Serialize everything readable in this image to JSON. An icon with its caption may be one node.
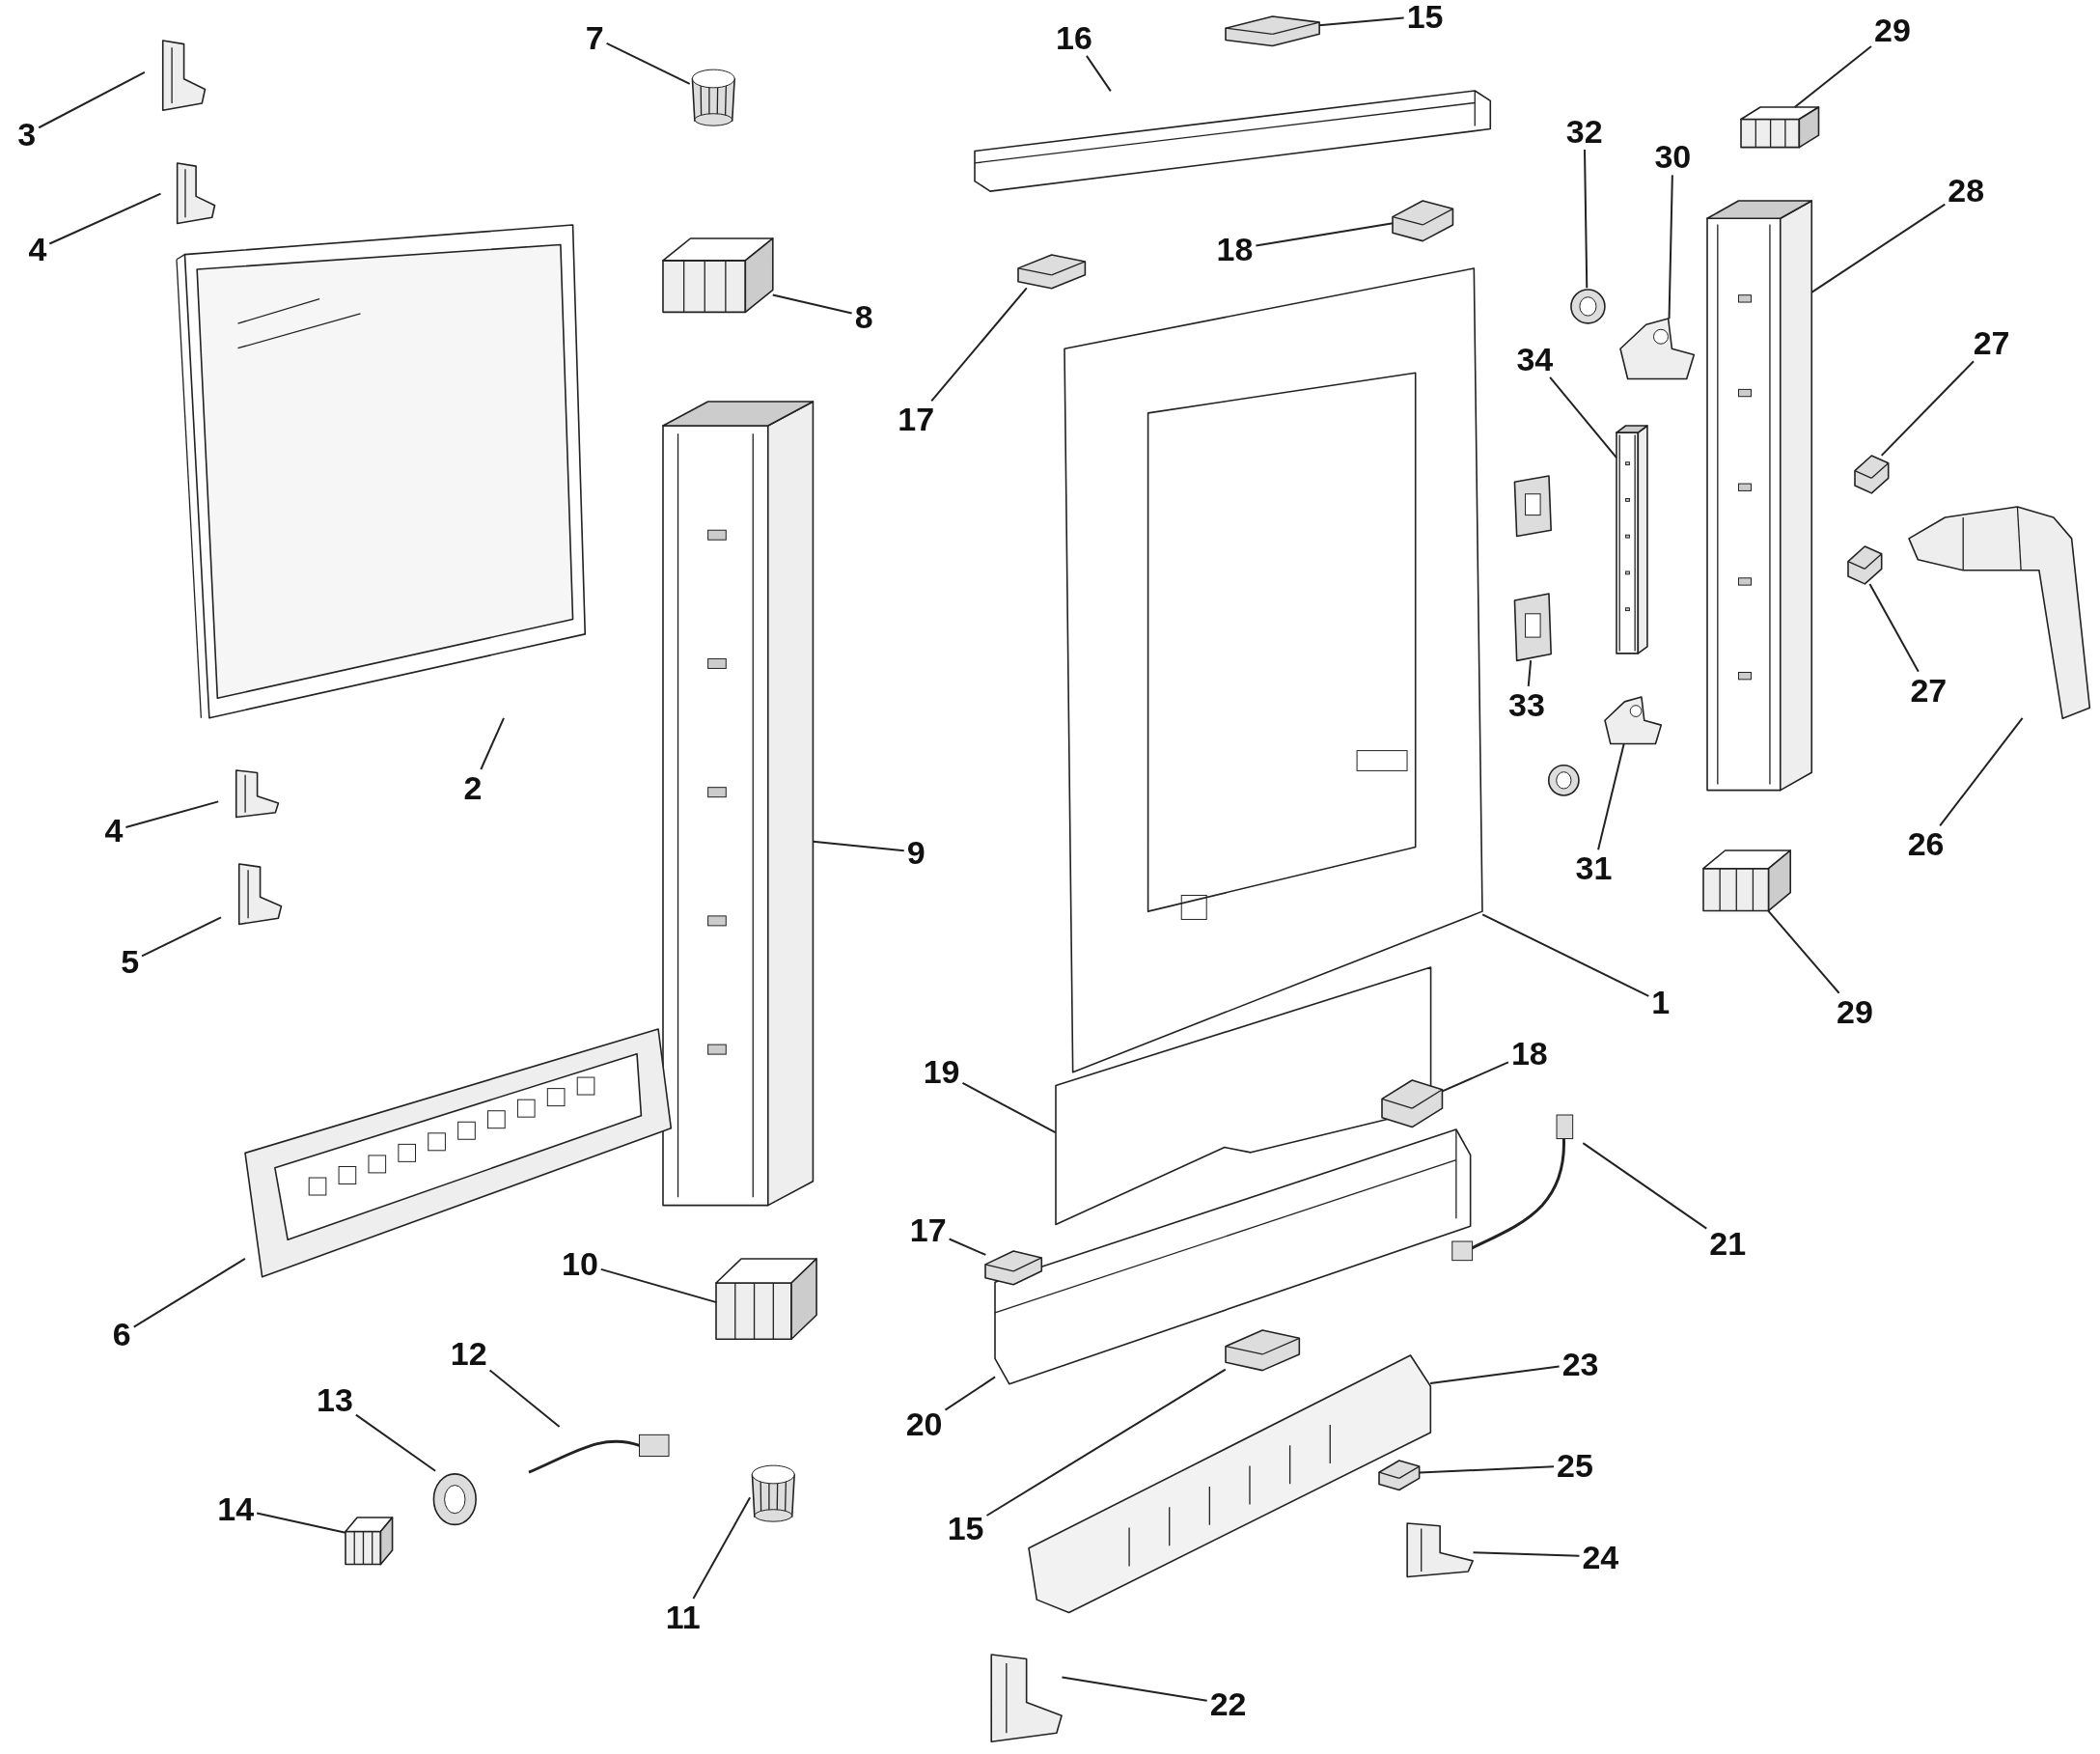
{
  "diagram": {
    "nodes": [
      {
        "text": [
          "3"
        ]
      },
      {
        "text": [],
        "shape": "picture"
      },
      {
        "text": [
          "4"
        ]
      },
      {
        "text": [],
        "shape": "picture"
      },
      {
        "text": [
          "7"
        ]
      },
      {
        "text": [],
        "shape": "picture"
      },
      {
        "text": [
          "16"
        ]
      },
      {
        "text": [],
        "shape": "picture"
      },
      {
        "text": [
          "15"
        ]
      },
      {
        "text": [],
        "shape": "picture"
      },
      {
        "text": [
          "29"
        ]
      },
      {
        "text": [],
        "shape": "picture"
      },
      {
        "text": [
          "32"
        ]
      },
      {
        "text": [],
        "shape": "picture"
      },
      {
        "text": [
          "30"
        ]
      },
      {
        "text": [],
        "shape": "picture"
      },
      {
        "text": [
          "28"
        ]
      },
      {
        "text": [],
        "shape": "picture"
      },
      {
        "text": [
          "2"
        ]
      },
      {
        "text": [],
        "shape": "picture"
      },
      {
        "text": [
          "8"
        ]
      },
      {
        "text": [],
        "shape": "picture"
      },
      {
        "text": [
          "18"
        ]
      },
      {
        "text": [],
        "shape": "picture"
      },
      {
        "text": [
          "17"
        ]
      },
      {
        "text": [],
        "shape": "picture"
      },
      {
        "text": [
          "34"
        ]
      },
      {
        "text": [],
        "shape": "picture"
      },
      {
        "text": [
          "27"
        ]
      },
      {
        "text": [],
        "shape": "picture"
      },
      {
        "text": [
          "9"
        ]
      },
      {
        "text": [],
        "shape": "picture"
      },
      {
        "text": [
          "33"
        ]
      },
      {
        "text": [],
        "shape": "picture"
      },
      {
        "text": [
          "27"
        ]
      },
      {
        "text": [],
        "shape": "picture"
      },
      {
        "text": [
          "26"
        ]
      },
      {
        "text": [],
        "shape": "picture"
      },
      {
        "text": [
          "31"
        ]
      },
      {
        "text": [],
        "shape": "picture"
      },
      {
        "text": [
          "4"
        ]
      },
      {
        "text": [],
        "shape": "picture"
      },
      {
        "text": [
          "5"
        ]
      },
      {
        "text": [],
        "shape": "picture"
      },
      {
        "text": [
          "1"
        ]
      },
      {
        "text": [],
        "shape": "picture"
      },
      {
        "text": [
          "29"
        ]
      },
      {
        "text": [],
        "shape": "picture"
      },
      {
        "text": [
          "19"
        ]
      },
      {
        "text": [],
        "shape": "picture"
      },
      {
        "text": [
          "18"
        ]
      },
      {
        "text": [],
        "shape": "picture"
      },
      {
        "text": [
          "6"
        ]
      },
      {
        "text": [],
        "shape": "picture"
      },
      {
        "text": [
          "21"
        ]
      },
      {
        "text": [],
        "shape": "picture"
      },
      {
        "text": [
          "17"
        ]
      },
      {
        "text": [],
        "shape": "picture"
      },
      {
        "text": [
          "10"
        ]
      },
      {
        "text": [],
        "shape": "picture"
      },
      {
        "text": [
          "12"
        ]
      },
      {
        "text": [],
        "shape": "picture"
      },
      {
        "text": [
          "13"
        ]
      },
      {
        "text": [],
        "shape": "picture"
      },
      {
        "text": [
          "14"
        ]
      },
      {
        "text": [],
        "shape": "picture"
      },
      {
        "text": [
          "11"
        ]
      },
      {
        "text": [],
        "shape": "picture"
      },
      {
        "text": [
          "20"
        ]
      },
      {
        "text": [],
        "shape": "picture"
      },
      {
        "text": [
          "15"
        ]
      },
      {
        "text": [],
        "shape": "picture"
      },
      {
        "text": [
          "23"
        ]
      },
      {
        "text": [],
        "shape": "picture"
      },
      {
        "text": [
          "25"
        ]
      },
      {
        "text": [],
        "shape": "picture"
      },
      {
        "text": [
          "24"
        ]
      },
      {
        "text": [],
        "shape": "picture"
      },
      {
        "text": [
          "22"
        ]
      },
      {
        "text": [],
        "shape": "picture"
      }
    ],
    "edges": [
      {
        "from": 0,
        "to": 1,
        "arrow": "none"
      },
      {
        "from": 2,
        "to": 3,
        "arrow": "none"
      },
      {
        "from": 4,
        "to": 5,
        "arrow": "none"
      },
      {
        "from": 6,
        "to": 7,
        "arrow": "none"
      },
      {
        "from": 8,
        "to": 9,
        "arrow": "none"
      },
      {
        "from": 10,
        "to": 11,
        "arrow": "none"
      },
      {
        "from": 12,
        "to": 13,
        "arrow": "none"
      },
      {
        "from": 14,
        "to": 15,
        "arrow": "none"
      },
      {
        "from": 16,
        "to": 17,
        "arrow": "none"
      },
      {
        "from": 18,
        "to": 19,
        "arrow": "none"
      },
      {
        "from": 20,
        "to": 21,
        "arrow": "none"
      },
      {
        "from": 22,
        "to": 23,
        "arrow": "none"
      },
      {
        "from": 24,
        "to": 25,
        "arrow": "none"
      },
      {
        "from": 26,
        "to": 27,
        "arrow": "none"
      },
      {
        "from": 28,
        "to": 29,
        "arrow": "none"
      },
      {
        "from": 30,
        "to": 31,
        "arrow": "none"
      },
      {
        "from": 32,
        "to": 33,
        "arrow": "none"
      },
      {
        "from": 34,
        "to": 35,
        "arrow": "none"
      },
      {
        "from": 36,
        "to": 37,
        "arrow": "none"
      },
      {
        "from": 38,
        "to": 39,
        "arrow": "none"
      },
      {
        "from": 40,
        "to": 41,
        "arrow": "none"
      },
      {
        "from": 42,
        "to": 43,
        "arrow": "none"
      },
      {
        "from": 44,
        "to": 45,
        "arrow": "none"
      },
      {
        "from": 46,
        "to": 47,
        "arrow": "none"
      },
      {
        "from": 48,
        "to": 49,
        "arrow": "none"
      },
      {
        "from": 50,
        "to": 51,
        "arrow": "none"
      },
      {
        "from": 52,
        "to": 53,
        "arrow": "none"
      },
      {
        "from": 54,
        "to": 55,
        "arrow": "none"
      },
      {
        "from": 56,
        "to": 57,
        "arrow": "none"
      },
      {
        "from": 58,
        "to": 59,
        "arrow": "none"
      },
      {
        "from": 60,
        "to": 61,
        "arrow": "none"
      },
      {
        "from": 62,
        "to": 63,
        "arrow": "none"
      },
      {
        "from": 64,
        "to": 65,
        "arrow": "none"
      },
      {
        "from": 66,
        "to": 67,
        "arrow": "none"
      },
      {
        "from": 68,
        "to": 69,
        "arrow": "none"
      },
      {
        "from": 70,
        "to": 71,
        "arrow": "none"
      },
      {
        "from": 72,
        "to": 73,
        "arrow": "none"
      },
      {
        "from": 74,
        "to": 75,
        "arrow": "none"
      },
      {
        "from": 76,
        "to": 77,
        "arrow": "none"
      },
      {
        "from": 78,
        "to": 79,
        "arrow": "none"
      }
    ]
  }
}
